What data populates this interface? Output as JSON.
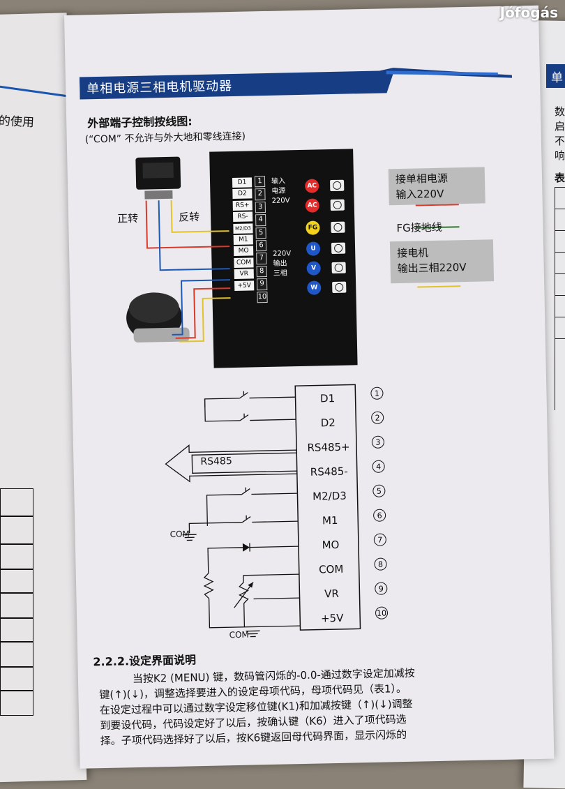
{
  "watermark": "Jófogás",
  "left_page": {
    "text": "的使用"
  },
  "right_page": {
    "header_char": "单",
    "lines": [
      "数",
      "启",
      "不",
      "响"
    ],
    "table_char": "表"
  },
  "header": {
    "title": "单相电源三相电机驱动器"
  },
  "section": {
    "title": "外部端子控制按线图:",
    "note": "(“COM” 不允许与外大地和零线连接)"
  },
  "photo_diagram": {
    "forward_label": "正转",
    "reverse_label": "反转",
    "terminals": [
      "D1",
      "D2",
      "RS+",
      "RS-",
      "M2/D3",
      "M1",
      "MO",
      "COM",
      "VR",
      "+5V"
    ],
    "terminal_numbers": [
      "1",
      "2",
      "3",
      "4",
      "5",
      "6",
      "7",
      "8",
      "9",
      "10"
    ],
    "input_label": [
      "输入",
      "电源",
      "220V"
    ],
    "output_label": [
      "220V",
      "输出",
      "三相"
    ],
    "input_badges": [
      "AC",
      "AC"
    ],
    "fg_badge": "FG",
    "output_badges": [
      "U",
      "V",
      "W"
    ],
    "power_box": [
      "接单相电源",
      "输入220V"
    ],
    "fg_text": "FG接地线",
    "motor_box": [
      "接电机",
      "输出三相220V"
    ]
  },
  "schematic": {
    "rs485": "RS485",
    "com_label_1": "COM",
    "com_label_2": "COM",
    "pins": [
      "D1",
      "D2",
      "RS485+",
      "RS485-",
      "M2/D3",
      "M1",
      "MO",
      "COM",
      "VR",
      "+5V"
    ],
    "pin_numbers": [
      "1",
      "2",
      "3",
      "4",
      "5",
      "6",
      "7",
      "8",
      "9",
      "10"
    ]
  },
  "body": {
    "heading": "2.2.2.设定界面说明",
    "lines": [
      "当按K2 (MENU) 键，数码管闪烁的-0.0-通过数字设定加减按",
      "键(↑)(↓)，调整选择要进入的设定母项代码，母项代码见（表1）。",
      "在设定过程中可以通过数字设定移位键(K1)和加减按键（↑)(↓)调整",
      "到要设代码，代码设定好了以后，按确认键（K6）进入了项代码选",
      "择。子项代码选择好了以后，按K6键返回母代码界面，显示闪烁的"
    ]
  },
  "colors": {
    "header_blue": "#173d85",
    "wire_red": "#d83a2a",
    "wire_blue": "#1c58b8",
    "wire_yellow": "#e2c32b",
    "badge_red": "#e32b2b",
    "badge_yellow": "#f2d21b",
    "badge_blue": "#1f57c8"
  }
}
